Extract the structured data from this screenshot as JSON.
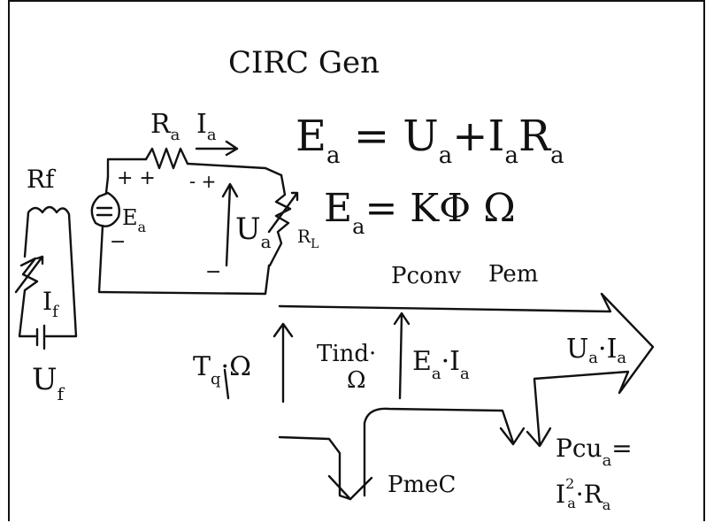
{
  "title": "CIRC Gen",
  "labels": {
    "ra": "R",
    "ra_sub": "a",
    "ia": "I",
    "ia_sub": "a",
    "rf": "Rf",
    "if": "I",
    "if_sub": "f",
    "uf": "U",
    "uf_sub": "f",
    "ea": "E",
    "ea_sub": "a",
    "ua": "U",
    "ua_sub": "a",
    "rl": "R",
    "rl_sub": "L",
    "plus1": "+ +",
    "plus2": "- +",
    "minus1": "−",
    "minus2": "−"
  },
  "equations": {
    "eq1": "E",
    "eq1_sub": "a",
    "eq1_mid": " = U",
    "eq1_mid_sub": "a",
    "eq1_plus": "+I",
    "eq1_plus_sub": "a",
    "eq1_end": "R",
    "eq1_end_sub": "a",
    "eq2": "E",
    "eq2_sub": "a",
    "eq2_rest": "= KΦ Ω"
  },
  "flow": {
    "pconv": "Pconv",
    "pem": "Pem",
    "tq_omega": "T",
    "tq_sub": "q",
    "tq_rest": "·Ω",
    "tind": "Tind·",
    "tind_omega": "Ω",
    "ea_ia": "E",
    "ea_ia_sub": "a",
    "ea_ia_mid": "·I",
    "ea_ia_sub2": "a",
    "ua_ia": "U",
    "ua_ia_sub": "a",
    "ua_ia_mid": "·I",
    "ua_ia_sub2": "a",
    "pmec": "PmeC",
    "pcua": "Pcu",
    "pcua_sub": "a",
    "pcua_eq": "=",
    "ia2": "I",
    "ia2_sup": "2",
    "ia2_sub": "a",
    "ia2_rest": "·R",
    "ia2_rsub": "a"
  }
}
